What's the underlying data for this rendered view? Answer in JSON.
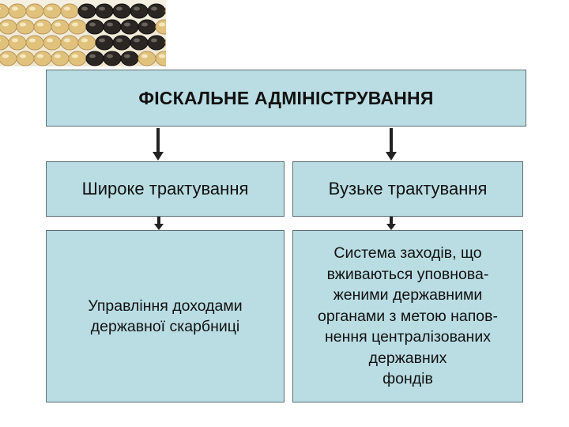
{
  "decoration": {
    "image": "abacus-beads"
  },
  "diagram": {
    "title": "ФІСКАЛЬНЕ АДМІНІСТРУВАННЯ",
    "branches": [
      {
        "label": "Широке трактування",
        "description": "Управління доходами\nдержавної скарбниці"
      },
      {
        "label": "Вузьке трактування",
        "description": "Система заходів, що\nвживаються уповнова-\nженими державними\nорганами з метою напов-\nнення централізованих\nдержавних\nфондів"
      }
    ]
  },
  "colors": {
    "box_fill": "#b9dde3",
    "box_border": "#5b6f73",
    "arrow": "#222222"
  }
}
